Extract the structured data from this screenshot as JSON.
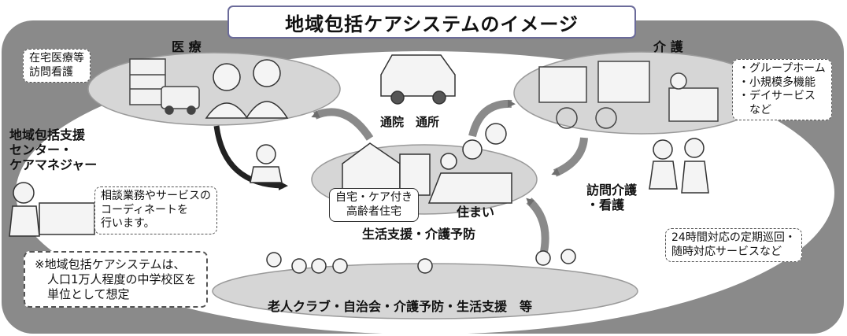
{
  "title": "地域包括ケアシステムのイメージ",
  "medical": {
    "heading": "医 療",
    "services": [
      "在宅医療等",
      "訪問看護"
    ]
  },
  "care": {
    "heading": "介 護",
    "services": [
      "・グループホーム",
      "・小規模多機能",
      "・デイサービス",
      "　など"
    ]
  },
  "center": {
    "name": [
      "地域包括支援",
      "センター・",
      "ケアマネジャー"
    ],
    "role": [
      "相談業務やサービスの",
      "コーディネートを",
      "行います。"
    ]
  },
  "commute": "通院　通所",
  "home": {
    "housing_types": [
      "自宅・ケア付き",
      "高齢者住宅"
    ],
    "label": "住まい",
    "support": "生活支援・介護予防"
  },
  "visit_care": [
    "訪問介護",
    "・看護"
  ],
  "visit_services": [
    "24時間対応の定期巡回・",
    "随時対応サービスなど"
  ],
  "scope_note": [
    "※地域包括ケアシステムは、",
    "人口1万人程度の中学校区を",
    "単位として想定"
  ],
  "community": "老人クラブ・自治会・介護予防・生活支援　等"
}
